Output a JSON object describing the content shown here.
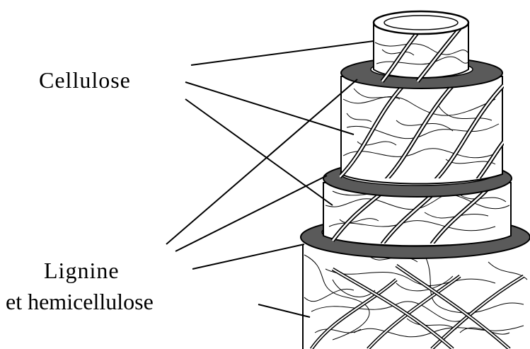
{
  "labels": {
    "cellulose": "Cellulose",
    "lignin_line1": "Lignine",
    "lignin_line2": "et hemicellulose"
  },
  "colors": {
    "ink": "#000000",
    "ring_fill": "#5a5a5a",
    "background": "#ffffff"
  }
}
